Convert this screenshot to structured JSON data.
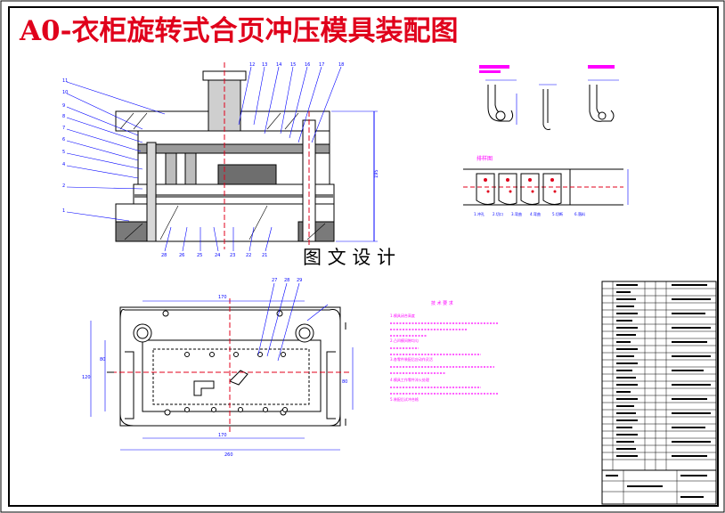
{
  "drawing": {
    "title": "A0-衣柜旋转式合页冲压模具装配图",
    "watermark": "图 文 设 计",
    "strip_layout_label": "排样图",
    "notes_title": "技 术 要 求",
    "technical_notes": [
      "1.模具闭合高度",
      "2.凸凹模间隙均匀",
      "3.各零件装配后应动作灵活",
      "4.模具工作零件淬火处理",
      "5.装配后试冲合格"
    ],
    "colors": {
      "title": "#e0001b",
      "outline": "#000000",
      "dimension": "#0000ff",
      "center_line": "#ff0000",
      "section_fill": "#7a7a7a",
      "part_highlight": "#ff00ff"
    }
  },
  "part_balloons_top": [
    "12",
    "13",
    "14",
    "15",
    "16",
    "17",
    "18"
  ],
  "part_balloons_bottom": [
    "28",
    "26",
    "25",
    "24",
    "23",
    "22",
    "21"
  ],
  "plan_balloons": [
    "27",
    "28",
    "29"
  ],
  "strip_steps": [
    "1.冲孔",
    "2.切口",
    "3.弯曲",
    "4.弯曲",
    "5.切断",
    "6.落料"
  ]
}
